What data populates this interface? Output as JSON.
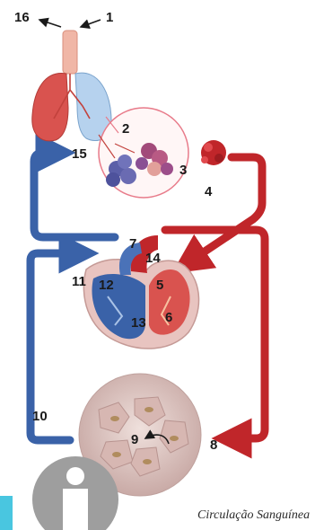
{
  "caption": "Circulação Sanguínea",
  "labels": [
    "1",
    "2",
    "3",
    "4",
    "5",
    "6",
    "7",
    "8",
    "9",
    "10",
    "11",
    "12",
    "13",
    "14",
    "15",
    "16"
  ],
  "colors": {
    "arterial": "#c0262a",
    "venous": "#3a62a8",
    "lung_right": "#d9534f",
    "lung_left": "#b6d2ee",
    "tissue": "#dcc4c0",
    "cyan_block": "#49c6e0"
  }
}
